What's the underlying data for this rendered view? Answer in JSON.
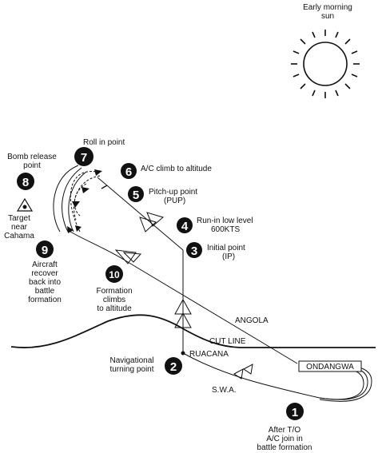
{
  "sun": {
    "label_line1": "Early morning",
    "label_line2": "sun"
  },
  "places": {
    "angola": "ANGOLA",
    "cut_line": "CUT LINE",
    "ruacana": "RUACANA",
    "ondangwa": "ONDANGWA",
    "swa": "S.W.A."
  },
  "target": {
    "line1": "Target",
    "line2": "near",
    "line3": "Cahama"
  },
  "waypoints": [
    {
      "number": "1",
      "lines": [
        "After T/O",
        "A/C join in",
        "battle formation"
      ]
    },
    {
      "number": "2",
      "lines": [
        "Navigational",
        "turning point"
      ]
    },
    {
      "number": "3",
      "lines": [
        "Initial point",
        "(IP)"
      ]
    },
    {
      "number": "4",
      "lines": [
        "Run-in low level",
        "600KTS"
      ]
    },
    {
      "number": "5",
      "lines": [
        "Pitch-up point",
        "(PUP)"
      ]
    },
    {
      "number": "6",
      "lines": [
        "A/C climb to altitude"
      ]
    },
    {
      "number": "7",
      "lines": [
        "Roll in point"
      ]
    },
    {
      "number": "8",
      "lines": [
        "Bomb release",
        "point"
      ]
    },
    {
      "number": "9",
      "lines": [
        "Aircraft",
        "recover",
        "back into",
        "battle",
        "formation"
      ]
    },
    {
      "number": "10",
      "lines": [
        "Formation",
        "climbs",
        "to altitude"
      ]
    }
  ]
}
